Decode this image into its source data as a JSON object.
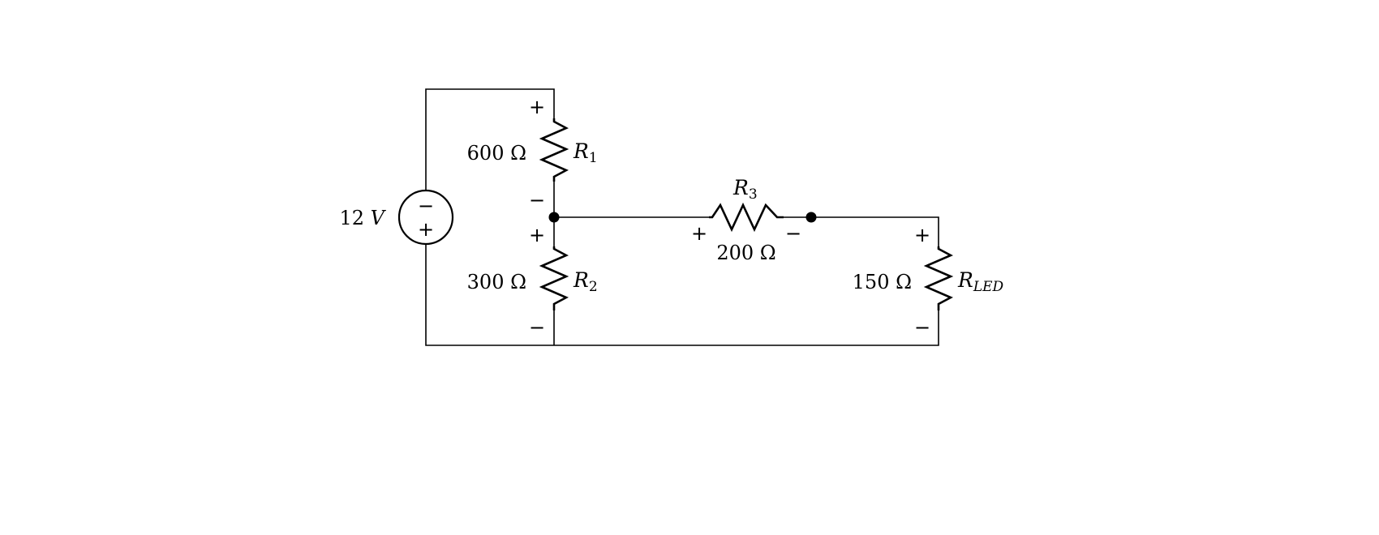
{
  "source": {
    "label": "12",
    "unit": "V",
    "top_sign": "−",
    "bottom_sign": "+"
  },
  "r1": {
    "value": "600 Ω",
    "name": "R",
    "sub": "1",
    "plus": "+",
    "minus": "−"
  },
  "r2": {
    "value": "300 Ω",
    "name": "R",
    "sub": "2",
    "plus": "+",
    "minus": "−"
  },
  "r3": {
    "value": "200 Ω",
    "name": "R",
    "sub": "3",
    "plus": "+",
    "minus": "−"
  },
  "rled": {
    "value": "150 Ω",
    "name": "R",
    "sub": "LED",
    "plus": "+",
    "minus": "−"
  }
}
